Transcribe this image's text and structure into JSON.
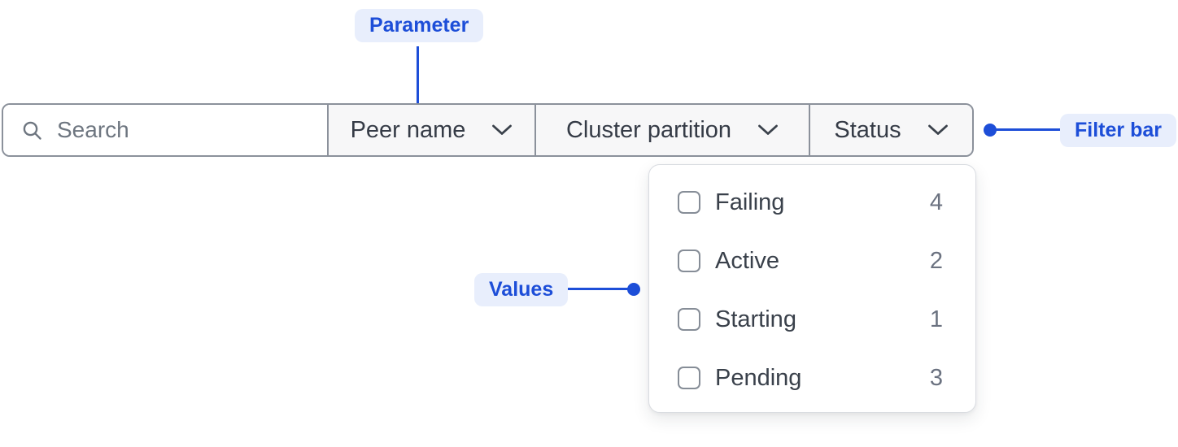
{
  "annotations": {
    "parameter": "Parameter",
    "filter_bar": "Filter bar",
    "values": "Values"
  },
  "filter_bar": {
    "search": {
      "placeholder": "Search"
    },
    "dropdowns": [
      {
        "label": "Peer name"
      },
      {
        "label": "Cluster partition"
      },
      {
        "label": "Status"
      }
    ]
  },
  "status_dropdown": {
    "items": [
      {
        "label": "Failing",
        "count": "4",
        "checked": false
      },
      {
        "label": "Active",
        "count": "2",
        "checked": false
      },
      {
        "label": "Starting",
        "count": "1",
        "checked": false
      },
      {
        "label": "Pending",
        "count": "3",
        "checked": false
      }
    ]
  },
  "colors": {
    "accent_blue": "#1d4ed8",
    "badge_background": "#e8eefc",
    "bar_border": "#8b919b",
    "section_background": "#f7f7f8",
    "label_text": "#353b46",
    "muted_text": "#6e7680",
    "count_text": "#6b7280",
    "panel_border": "#d9dce1",
    "checkbox_border": "#868d97"
  }
}
